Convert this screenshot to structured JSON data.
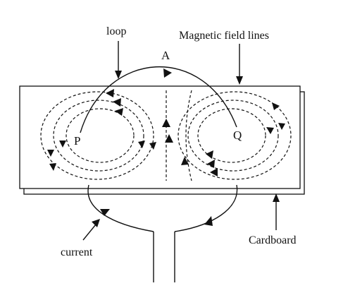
{
  "labels": {
    "loop": "loop",
    "field_lines": "Magnetic field lines",
    "point_a": "A",
    "point_p": "P",
    "point_q": "Q",
    "cardboard": "Cardboard",
    "current": "current"
  },
  "colors": {
    "ink": "#111111",
    "background": "#ffffff"
  }
}
